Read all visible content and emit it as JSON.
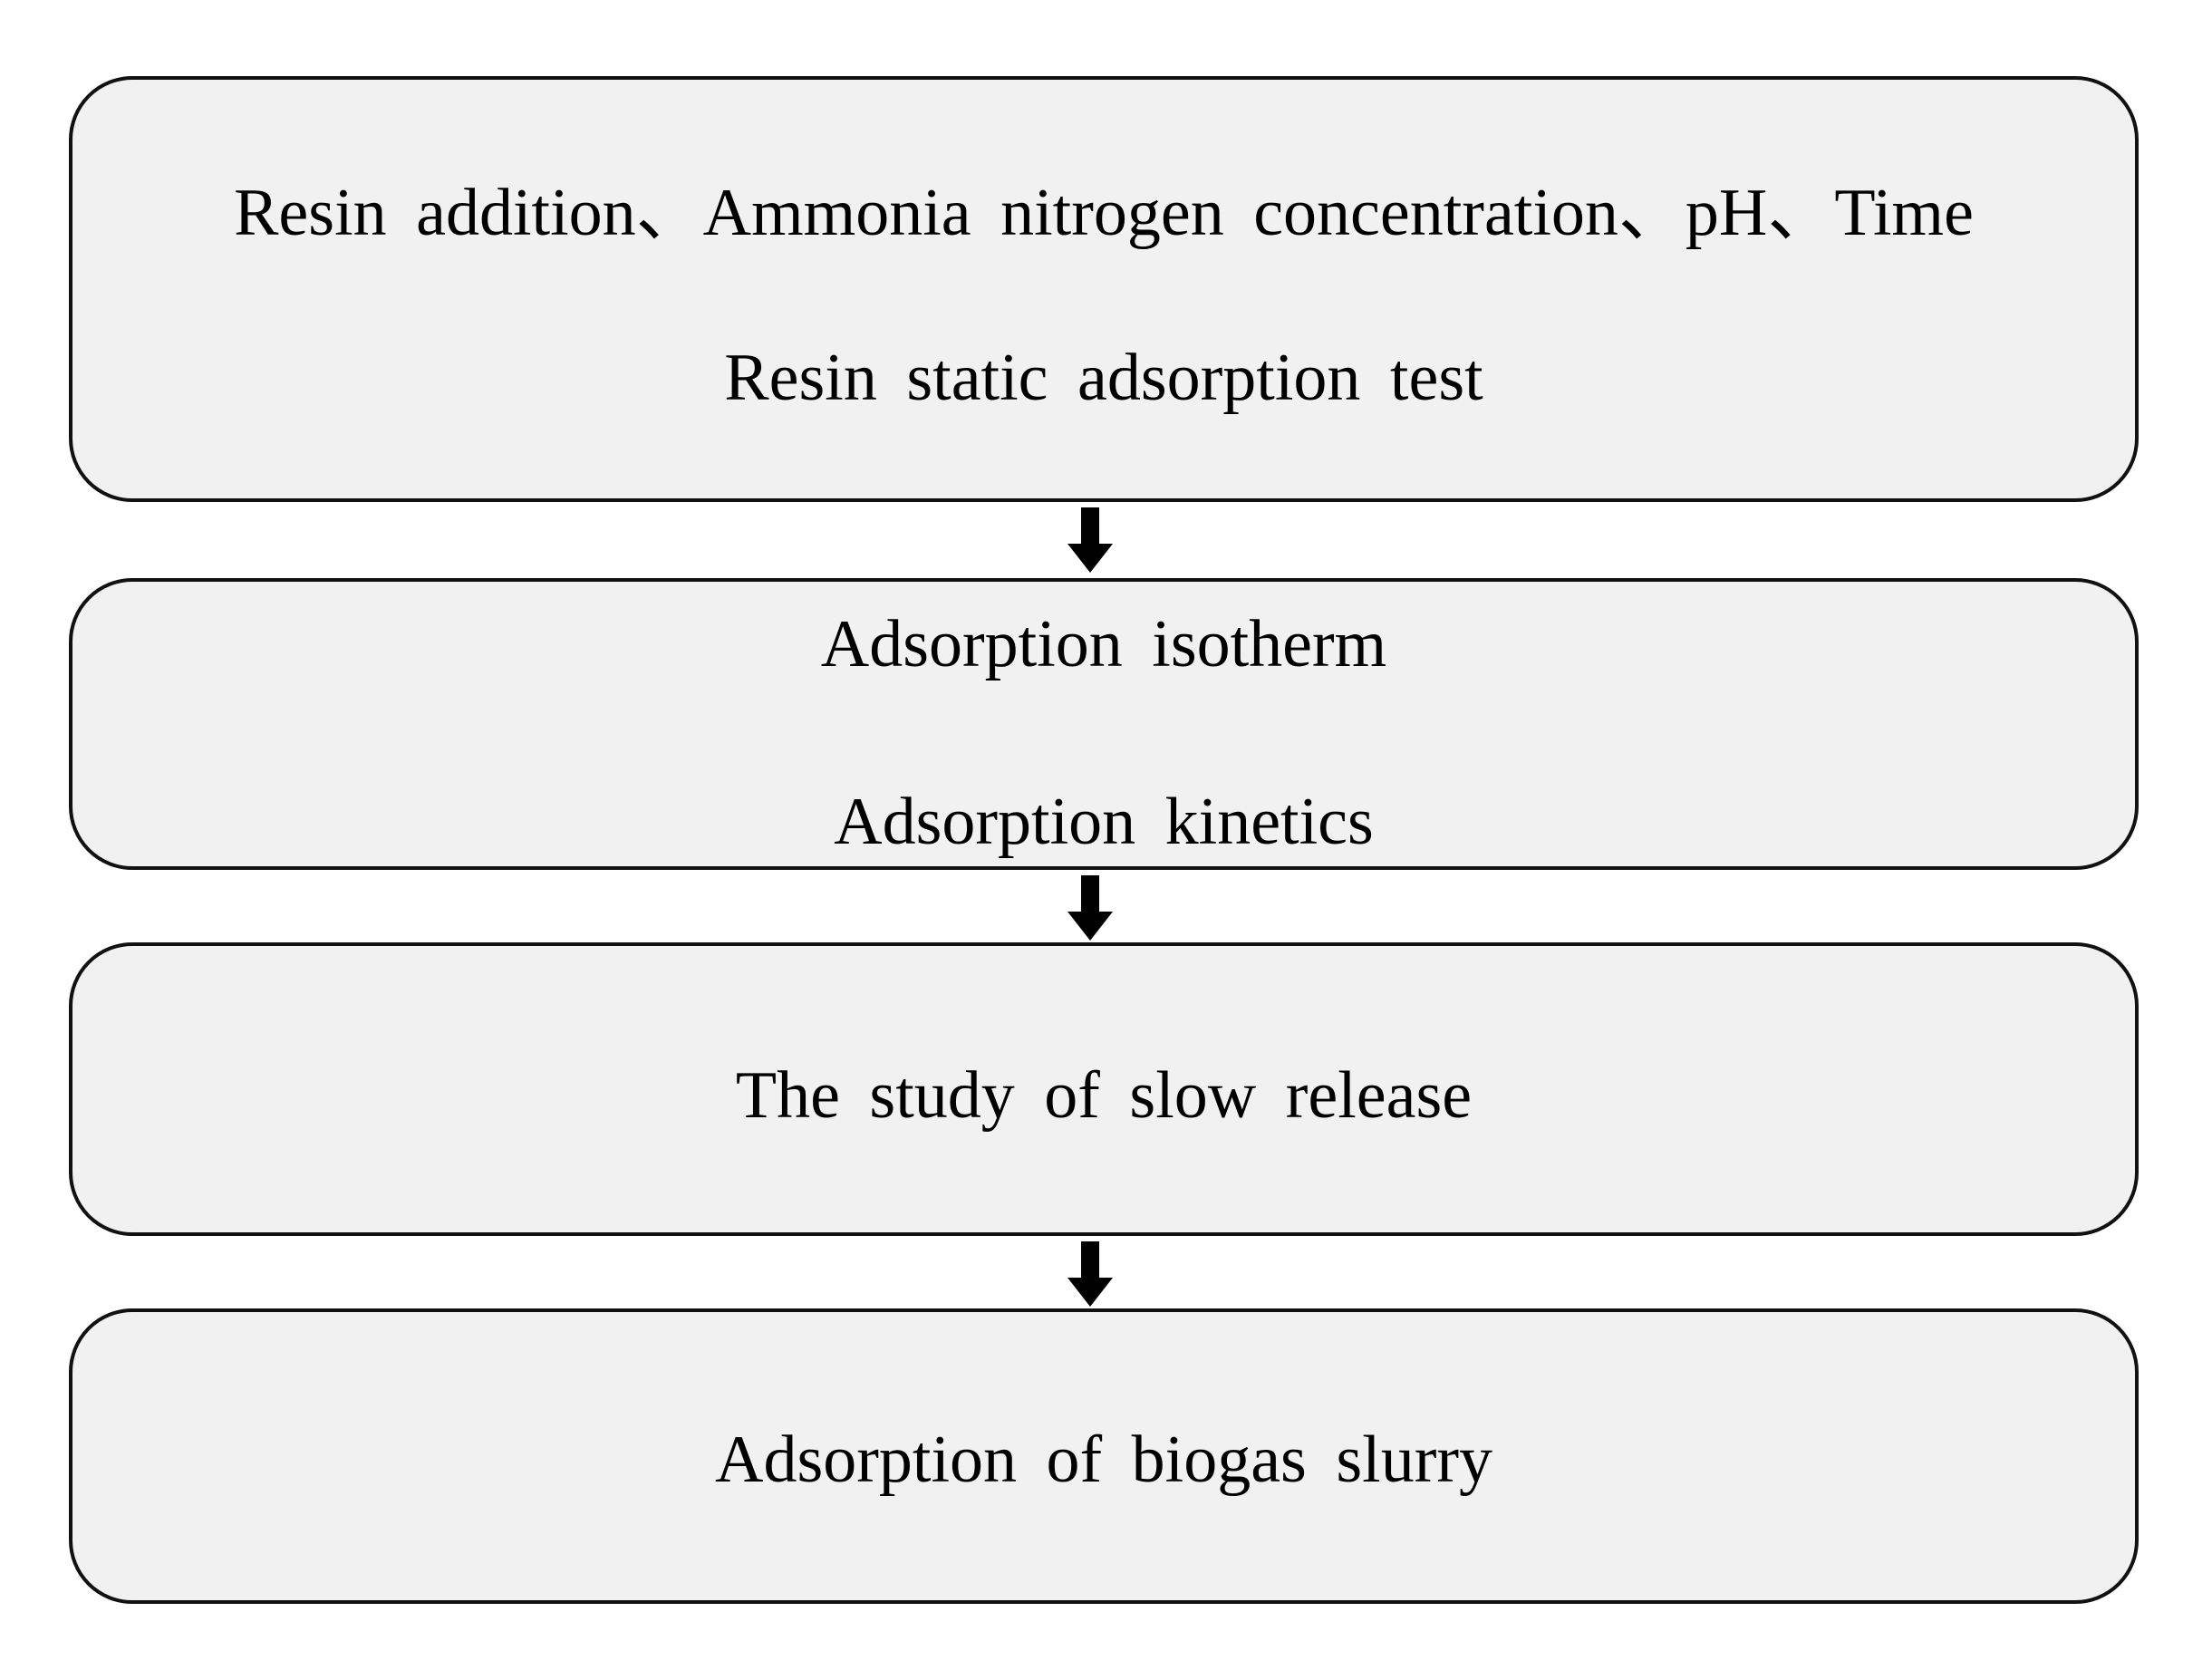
{
  "steps": [
    {
      "lines": [
        "Resin addition、Ammonia nitrogen concentration、pH、Time",
        "Resin static adsorption test"
      ]
    },
    {
      "lines": [
        "Adsorption isotherm",
        "Adsorption kinetics"
      ]
    },
    {
      "lines": [
        "The study of slow release"
      ]
    },
    {
      "lines": [
        "Adsorption of biogas slurry"
      ]
    }
  ],
  "colors": {
    "box_fill": "#f1f1f1",
    "box_border": "#111111",
    "arrow": "#000000",
    "text": "#000000"
  },
  "icons": {
    "connector": "arrow-down-icon"
  }
}
